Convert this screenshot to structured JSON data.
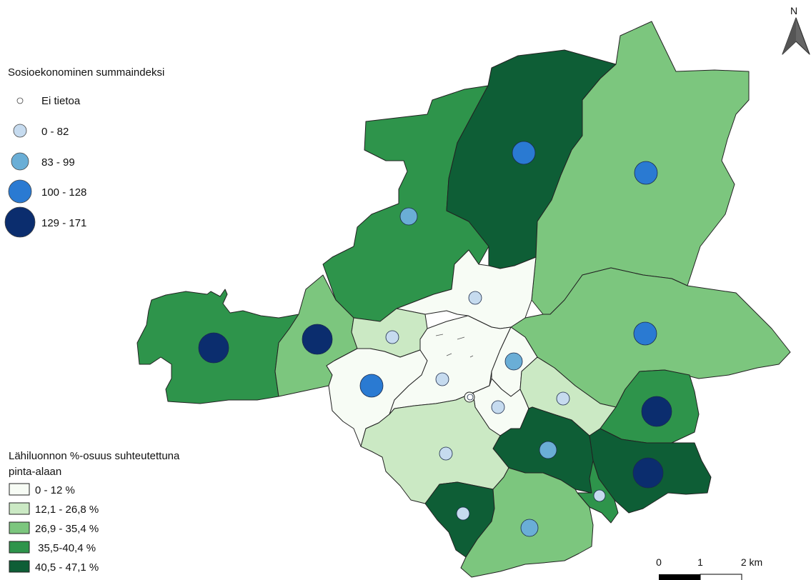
{
  "colors": {
    "class0": "#f7fcf5",
    "class1": "#cbe9c4",
    "class2": "#7cc67e",
    "class3": "#2e944b",
    "class4": "#0e5e36",
    "dot0": "#ffffff",
    "dot1": "#c6dbef",
    "dot2": "#6aaed6",
    "dot3": "#2a7ad2",
    "dot4": "#0b2d6e",
    "border": "#222222"
  },
  "circle_legend": {
    "title": "Sosioekonominen summaindeksi",
    "items": [
      {
        "label": "Ei tietoa",
        "cls": 0
      },
      {
        "label": "0 - 82",
        "cls": 1
      },
      {
        "label": "83 - 99",
        "cls": 2
      },
      {
        "label": "100 - 128",
        "cls": 3
      },
      {
        "label": "129 - 171",
        "cls": 4
      }
    ]
  },
  "fill_legend": {
    "title_line1": "Lähiluonnon %-osuus suhteutettuna",
    "title_line2": "pinta-alaan",
    "items": [
      {
        "label": "0 - 12 %",
        "cls": 0
      },
      {
        "label": "12,1 - 26,8 %",
        "cls": 1
      },
      {
        "label": "26,9 - 35,4 %",
        "cls": 2
      },
      {
        "label": " 35,5-40,4 %",
        "cls": 3
      },
      {
        "label": "40,5 - 47,1 %",
        "cls": 4
      }
    ]
  },
  "north_arrow": {
    "label": "N"
  },
  "scale_bar": {
    "labels": [
      "0",
      "1",
      "2 km"
    ]
  },
  "areas": [
    {
      "name": "northwest",
      "fill_cls": 3,
      "dot_cls": 2
    },
    {
      "name": "north-central",
      "fill_cls": 4,
      "dot_cls": 3
    },
    {
      "name": "northeast",
      "fill_cls": 2,
      "dot_cls": 3
    },
    {
      "name": "east",
      "fill_cls": 2,
      "dot_cls": 3
    },
    {
      "name": "far-west",
      "fill_cls": 3,
      "dot_cls": 4
    },
    {
      "name": "west",
      "fill_cls": 2,
      "dot_cls": 4
    },
    {
      "name": "center-north",
      "fill_cls": 0,
      "dot_cls": 1
    },
    {
      "name": "center-west-small",
      "fill_cls": 1,
      "dot_cls": 1
    },
    {
      "name": "center-south-west",
      "fill_cls": 0,
      "dot_cls": 3
    },
    {
      "name": "center",
      "fill_cls": 0,
      "dot_cls": 1
    },
    {
      "name": "center-east",
      "fill_cls": 0,
      "dot_cls": 2
    },
    {
      "name": "center-south",
      "fill_cls": 0,
      "dot_cls": 1
    },
    {
      "name": "east-south-light",
      "fill_cls": 1,
      "dot_cls": 1
    },
    {
      "name": "southeast-1",
      "fill_cls": 3,
      "dot_cls": 4
    },
    {
      "name": "southeast-2",
      "fill_cls": 4,
      "dot_cls": 4
    },
    {
      "name": "south-central",
      "fill_cls": 4,
      "dot_cls": 2
    },
    {
      "name": "south-west",
      "fill_cls": 1,
      "dot_cls": 1
    },
    {
      "name": "south-small",
      "fill_cls": 3,
      "dot_cls": 1
    },
    {
      "name": "south-dark",
      "fill_cls": 4,
      "dot_cls": 1
    },
    {
      "name": "south",
      "fill_cls": 2,
      "dot_cls": 2
    },
    {
      "name": "center-tiny",
      "fill_cls": 0,
      "dot_cls": 0
    }
  ]
}
